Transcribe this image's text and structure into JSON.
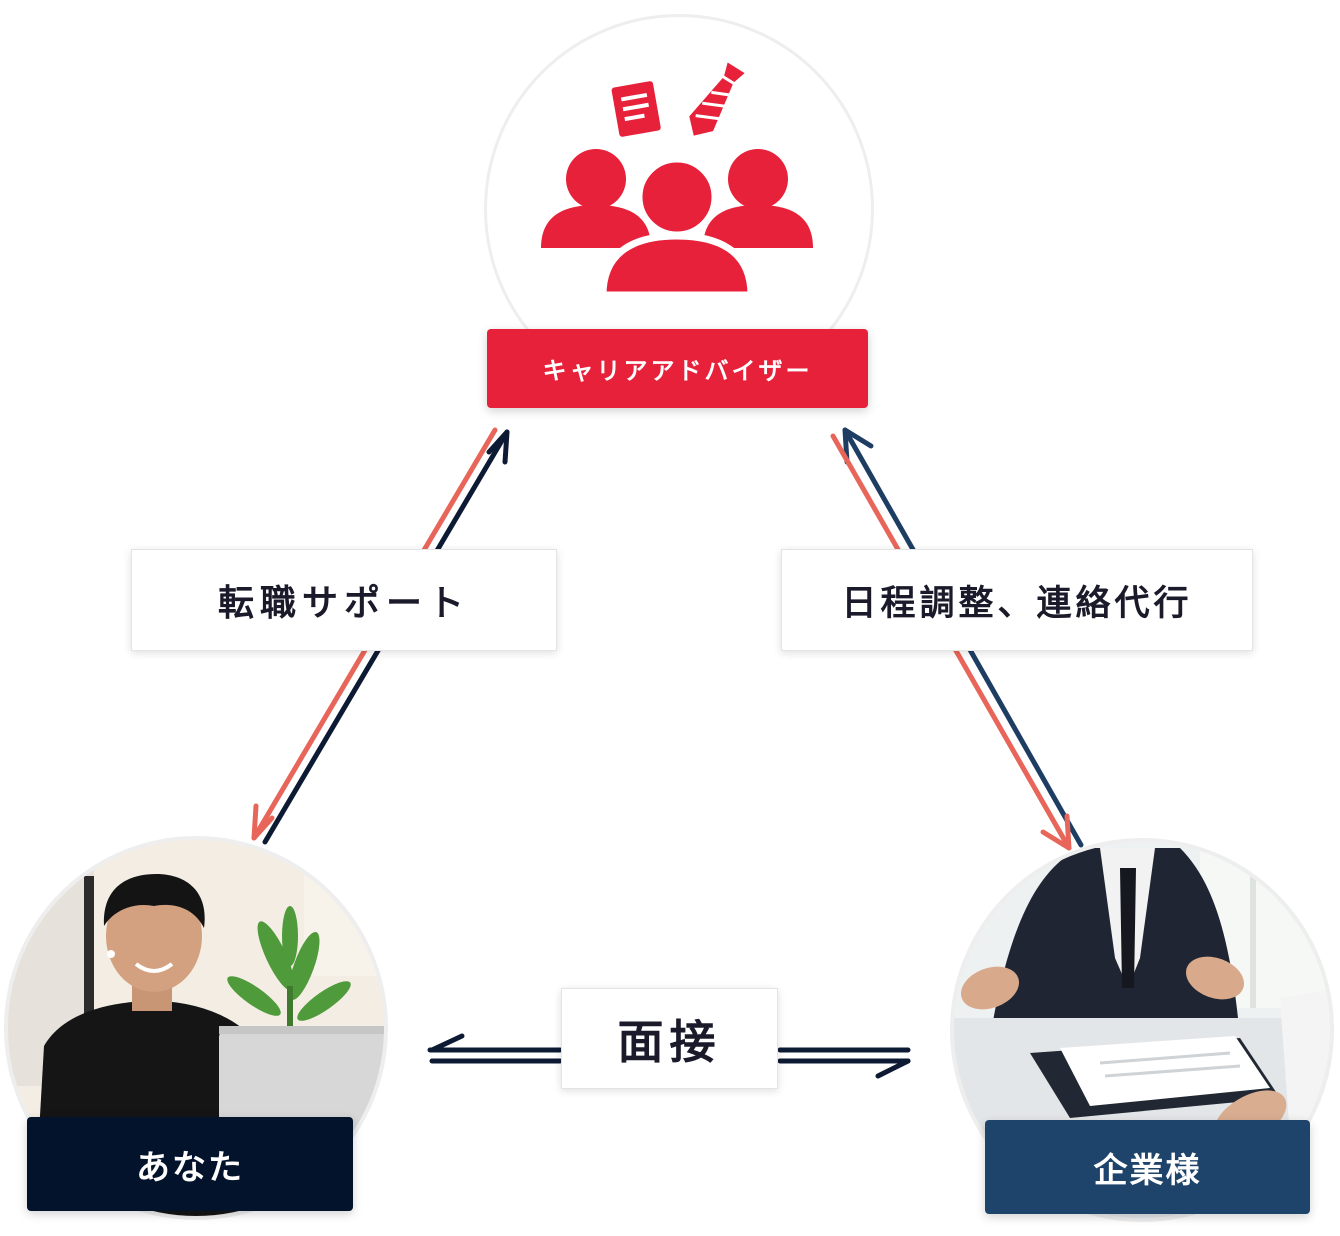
{
  "nodes": {
    "advisor": {
      "label": "キャリアアドバイザー"
    },
    "you": {
      "label": "あなた"
    },
    "company": {
      "label": "企業様"
    }
  },
  "edges": {
    "support": {
      "label": "転職サポート"
    },
    "schedule": {
      "label": "日程調整、連絡代行"
    },
    "interview": {
      "label": "面接"
    }
  },
  "colors": {
    "accent_red": "#e8213a",
    "arrow_salmon": "#e8655a",
    "arrow_navy": "#0d1a33",
    "arrow_blue": "#1e3d63",
    "you_navy": "#03132c",
    "company_blue": "#1e446b"
  },
  "icons": {
    "advisor": "group-of-people-icon",
    "document": "document-icon",
    "necktie": "necktie-icon"
  }
}
